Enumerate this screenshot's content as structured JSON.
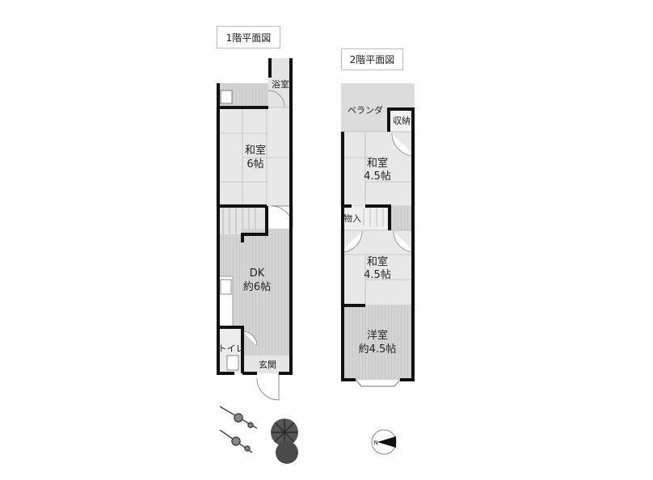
{
  "floor1": {
    "title": "1階平面図",
    "rooms": {
      "bath": "浴室",
      "washitsu_line1": "和室",
      "washitsu_line2": "6帖",
      "dk_line1": "DK",
      "dk_line2": "約6帖",
      "toilet": "トイレ",
      "entrance": "玄関"
    }
  },
  "floor2": {
    "title": "2階平面図",
    "rooms": {
      "veranda": "ベランダ",
      "storage": "収納",
      "washitsu_a_line1": "和室",
      "washitsu_a_line2": "4.5帖",
      "closet": "物入",
      "washitsu_b_line1": "和室",
      "washitsu_b_line2": "4.5帖",
      "yoshitsu_line1": "洋室",
      "yoshitsu_line2": "約4.5帖"
    }
  },
  "compass": {
    "label": "N"
  },
  "colors": {
    "wall": "#111111",
    "floor_gray": "#d9d9d9",
    "tatami": "#e6e6e6",
    "wood": "#cfcfcf",
    "plant": "#3a3a3a"
  }
}
